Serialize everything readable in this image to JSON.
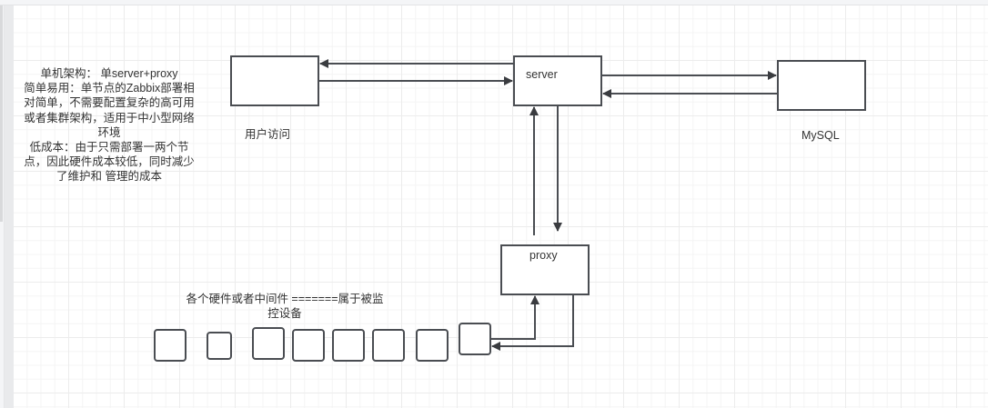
{
  "canvas": {
    "grid": true,
    "line_color": "#4a4d52",
    "text_color": "#333333"
  },
  "note": {
    "lines": [
      "单机架构： 单server+proxy",
      "简单易用：单节点的Zabbix部署相",
      "对简单，不需要配置复杂的高可用",
      "或者集群架构，适用于中小型网络",
      "环境",
      "低成本：由于只需部署一两个节",
      "点，因此硬件成本较低，同时减少",
      "了维护和 管理的成本"
    ]
  },
  "nodes": {
    "user": {
      "label": "用户访问"
    },
    "server": {
      "label": "server"
    },
    "mysql": {
      "label": "MySQL"
    },
    "proxy": {
      "label": "proxy"
    }
  },
  "devices": {
    "label_lines": [
      "各个硬件或者中间件 =======属于被监",
      "控设备"
    ],
    "count": 8
  },
  "edges": [
    {
      "from": "server",
      "to": "user"
    },
    {
      "from": "user",
      "to": "server"
    },
    {
      "from": "server",
      "to": "mysql"
    },
    {
      "from": "mysql",
      "to": "server"
    },
    {
      "from": "proxy",
      "to": "server"
    },
    {
      "from": "server",
      "to": "proxy"
    },
    {
      "from": "devices",
      "to": "proxy"
    },
    {
      "from": "proxy",
      "to": "devices"
    }
  ]
}
